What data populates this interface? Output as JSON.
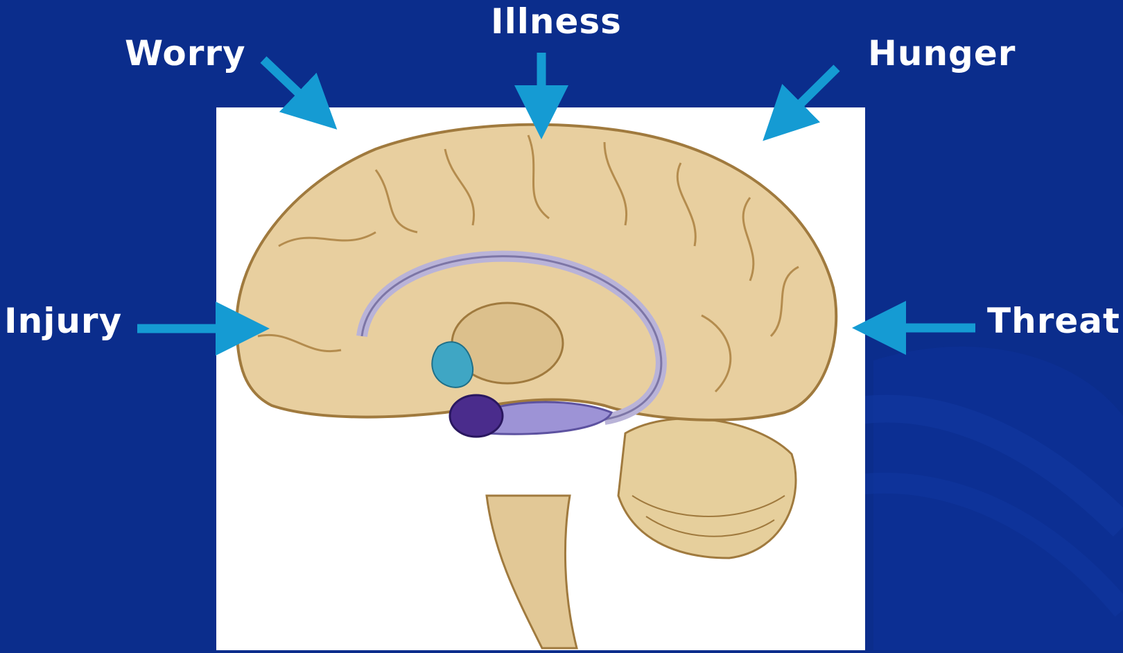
{
  "labels": {
    "worry": "Worry",
    "illness": "Illness",
    "hunger": "Hunger",
    "injury": "Injury",
    "threat": "Threat"
  },
  "colors": {
    "background": "#0b2d8c",
    "arrow": "#159bd3",
    "brain": "#e8cf9f",
    "brain_outline": "#a07a3e",
    "fornix": "#b9b3d8",
    "amygdala": "#4a2c8c",
    "cyan_region": "#3fa6c4"
  },
  "icons": [
    "arrow-icon",
    "brain-illustration"
  ]
}
